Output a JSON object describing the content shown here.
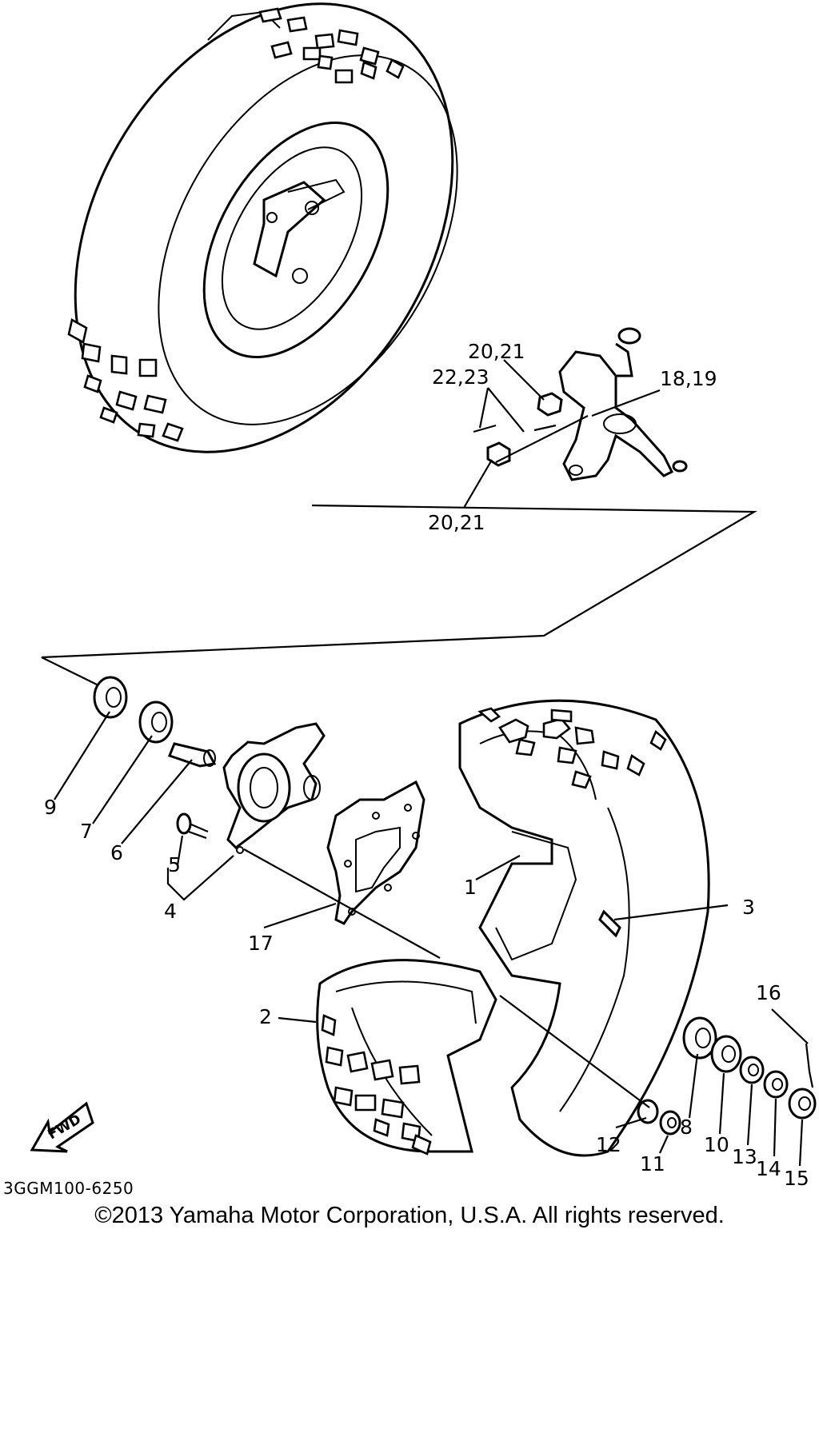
{
  "callouts": [
    "20,21",
    "22,23",
    "18,19",
    "20,21",
    "9",
    "7",
    "6",
    "5",
    "4",
    "1",
    "3",
    "17",
    "2",
    "16",
    "8",
    "10",
    "13",
    "14",
    "15",
    "12",
    "11"
  ],
  "fwd_label": "FWD",
  "reference_code": "3GGM100-6250",
  "copyright": "©2013 Yamaha Motor Corporation, U.S.A. All rights reserved."
}
